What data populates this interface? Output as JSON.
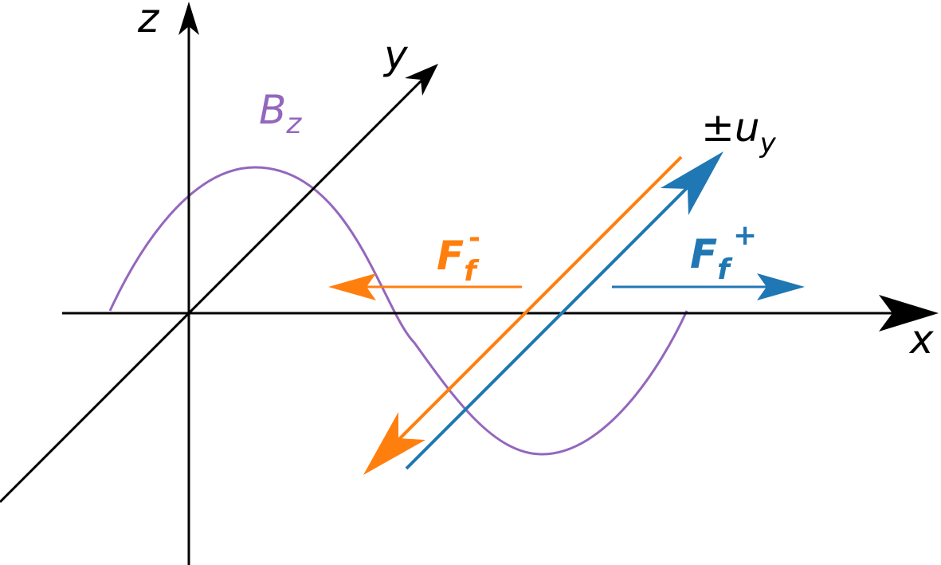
{
  "axes": {
    "x_label": "x",
    "y_label": "y",
    "z_label": "z"
  },
  "field": {
    "symbol": "B",
    "subscript": "z",
    "color": "#9467bd"
  },
  "velocity": {
    "prefix": "±",
    "symbol": "u",
    "subscript": "y"
  },
  "force_minus": {
    "symbol": "F",
    "subscript": "f",
    "superscript": "-",
    "color": "#ff7f0e"
  },
  "force_plus": {
    "symbol": "F",
    "subscript": "f",
    "superscript": "+",
    "color": "#1f77b4"
  }
}
